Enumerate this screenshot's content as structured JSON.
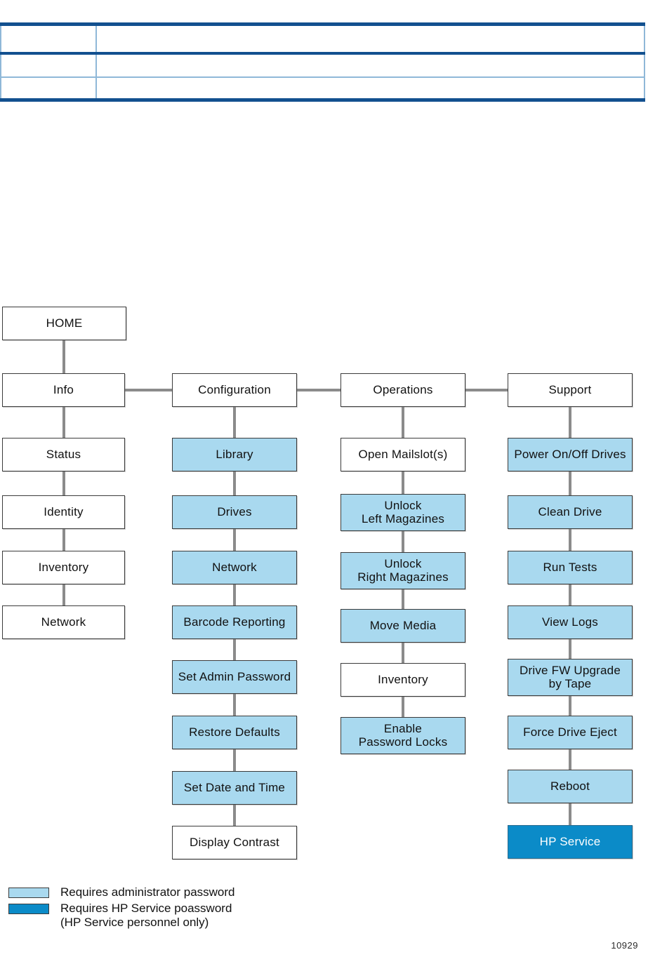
{
  "header_table": {
    "rows": [
      {
        "cells": [
          "",
          ""
        ]
      },
      {
        "cells": [
          "",
          ""
        ]
      },
      {
        "cells": [
          "",
          ""
        ]
      }
    ]
  },
  "diagram": {
    "type": "flowchart",
    "root": {
      "label": "HOME"
    },
    "columns": [
      {
        "name": "Info",
        "header": {
          "label": "Info",
          "access": "none"
        },
        "items": [
          {
            "label": "Status",
            "access": "none"
          },
          {
            "label": "Identity",
            "access": "none"
          },
          {
            "label": "Inventory",
            "access": "none"
          },
          {
            "label": "Network",
            "access": "none"
          }
        ]
      },
      {
        "name": "Configuration",
        "header": {
          "label": "Configuration",
          "access": "none"
        },
        "items": [
          {
            "label": "Library",
            "access": "admin"
          },
          {
            "label": "Drives",
            "access": "admin"
          },
          {
            "label": "Network",
            "access": "admin"
          },
          {
            "label": "Barcode Reporting",
            "access": "admin"
          },
          {
            "label": "Set Admin Password",
            "access": "admin"
          },
          {
            "label": "Restore Defaults",
            "access": "admin"
          },
          {
            "label": "Set Date and Time",
            "access": "admin"
          },
          {
            "label": "Display Contrast",
            "access": "none"
          }
        ]
      },
      {
        "name": "Operations",
        "header": {
          "label": "Operations",
          "access": "none"
        },
        "items": [
          {
            "label": "Open Mailslot(s)",
            "access": "none"
          },
          {
            "label": "Unlock\nLeft Magazines",
            "access": "admin"
          },
          {
            "label": "Unlock\nRight Magazines",
            "access": "admin"
          },
          {
            "label": "Move Media",
            "access": "admin"
          },
          {
            "label": "Inventory",
            "access": "none"
          },
          {
            "label": "Enable\nPassword Locks",
            "access": "admin"
          }
        ]
      },
      {
        "name": "Support",
        "header": {
          "label": "Support",
          "access": "none"
        },
        "items": [
          {
            "label": "Power On/Off Drives",
            "access": "admin"
          },
          {
            "label": "Clean Drive",
            "access": "admin"
          },
          {
            "label": "Run Tests",
            "access": "admin"
          },
          {
            "label": "View Logs",
            "access": "admin"
          },
          {
            "label": "Drive FW Upgrade\nby Tape",
            "access": "admin"
          },
          {
            "label": "Force Drive Eject",
            "access": "admin"
          },
          {
            "label": "Reboot",
            "access": "admin"
          },
          {
            "label": "HP Service",
            "access": "service"
          }
        ]
      }
    ]
  },
  "legend": {
    "items": [
      {
        "swatch": "admin",
        "text": "Requires administrator password"
      },
      {
        "swatch": "service",
        "text": "Requires HP Service poassword\n(HP Service personnel only)"
      }
    ]
  },
  "figure_number": "10929",
  "colors": {
    "admin_fill": "#a9d9ef",
    "service_fill": "#0b8bc8",
    "node_border": "#3b3b3b",
    "connector": "#8b8b8b",
    "table_rule_dark": "#12508f",
    "table_rule_light": "#8fb8d8"
  }
}
